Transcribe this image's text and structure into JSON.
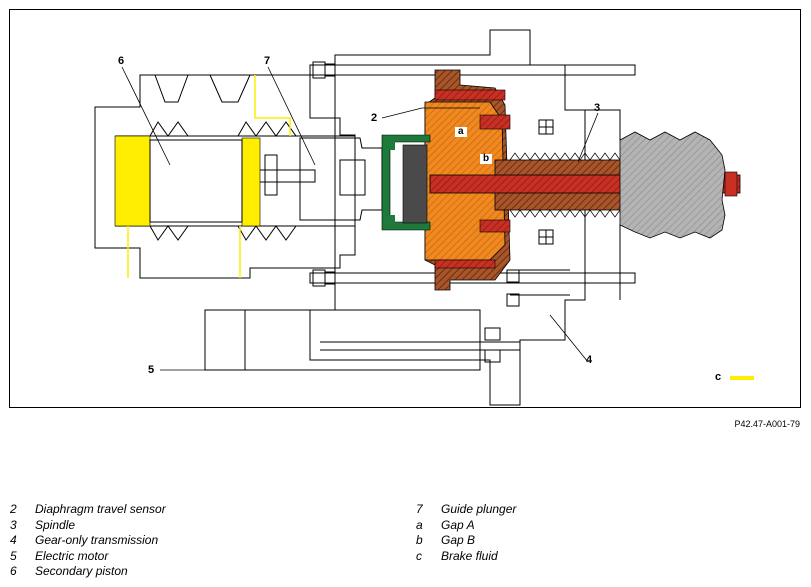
{
  "figure": {
    "code": "P42.47-A001-79",
    "callouts": {
      "n2": "2",
      "n3": "3",
      "n4": "4",
      "n5": "5",
      "n6": "6",
      "n7": "7",
      "a": "a",
      "b": "b",
      "c": "c"
    },
    "colors": {
      "brake_fluid": "#ffee00",
      "orange": "#f08a1e",
      "brown": "#7a4326",
      "red": "#c83024",
      "green": "#1d7a3a",
      "gray": "#a9a9a9",
      "dark": "#4a4a4a"
    }
  },
  "legend": {
    "left": [
      {
        "key": "2",
        "text": "Diaphragm travel sensor"
      },
      {
        "key": "3",
        "text": "Spindle"
      },
      {
        "key": "4",
        "text": "Gear-only transmission"
      },
      {
        "key": "5",
        "text": "Electric motor"
      },
      {
        "key": "6",
        "text": "Secondary piston"
      }
    ],
    "right": [
      {
        "key": "7",
        "text": "Guide plunger"
      },
      {
        "key": "a",
        "text": "Gap A"
      },
      {
        "key": "b",
        "text": "Gap B"
      },
      {
        "key": "c",
        "text": "Brake fluid"
      }
    ]
  }
}
